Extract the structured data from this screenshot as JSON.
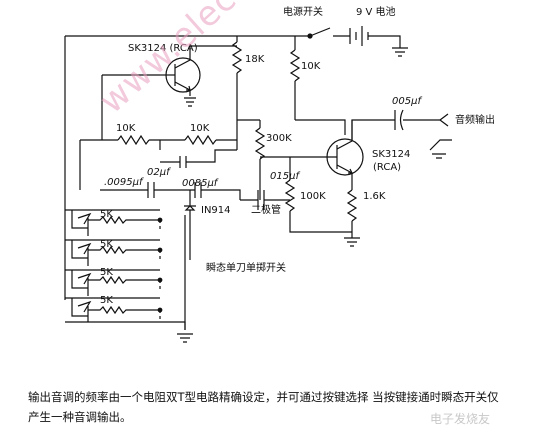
{
  "diagram": {
    "labels": {
      "power_switch": "电源开关",
      "battery": "9 V 电池",
      "q1_model": "SK3124 (RCA)",
      "q2_model": "SK3124",
      "q2_brand": "(RCA)",
      "r_18k": "18K",
      "r_10k_right": "10K",
      "r_10k_left": "10K",
      "r_10k_mid": "10K",
      "r_300k": "300K",
      "r_100k": "100K",
      "r_1_6k": "1.6K",
      "c_005": "005μf",
      "c_02": "02μf",
      "c_0085": "0085μf",
      "c_0095": ".0095μf",
      "c_015": "015μf",
      "diode": "IN914",
      "diode_cn": "二极管",
      "audio_out": "音频输出",
      "pot_1": "5K",
      "pot_2": "5K",
      "pot_3": "5K",
      "pot_4": "5K",
      "switch_label": "瞬态单刀单掷开关"
    },
    "caption_line1": "输出音调的频率由一个电阻双T型电路精确设定，并可通过按键选择   当按键接通时瞬态开关仅",
    "caption_line2": "产生一种音调输出。",
    "watermark": "www.elecfans.com",
    "footer_watermark": "电子发烧友"
  }
}
